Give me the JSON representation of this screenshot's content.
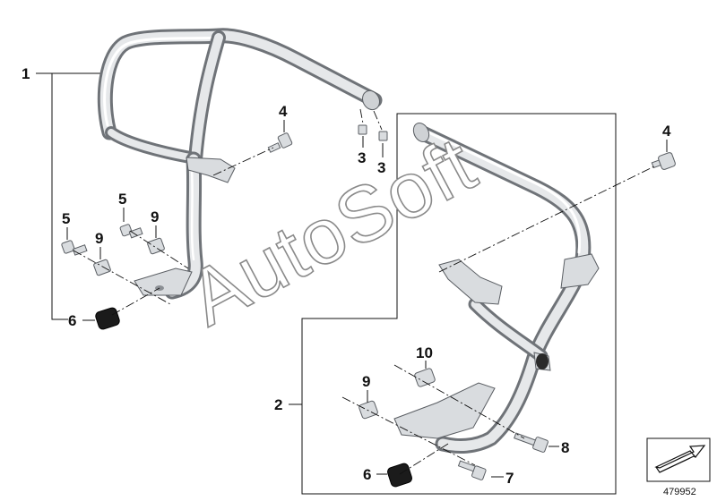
{
  "watermark": "AutoSoft",
  "diagram_number": "479952",
  "callouts": {
    "c1": "1",
    "c2": "2",
    "c3a": "3",
    "c3b": "3",
    "c4a": "4",
    "c4b": "4",
    "c5a": "5",
    "c5b": "5",
    "c6a": "6",
    "c6b": "6",
    "c7": "7",
    "c8": "8",
    "c9a": "9",
    "c9b": "9",
    "c9c": "9",
    "c10": "10"
  },
  "icons": {
    "nav": "arrow-navigation-icon"
  }
}
